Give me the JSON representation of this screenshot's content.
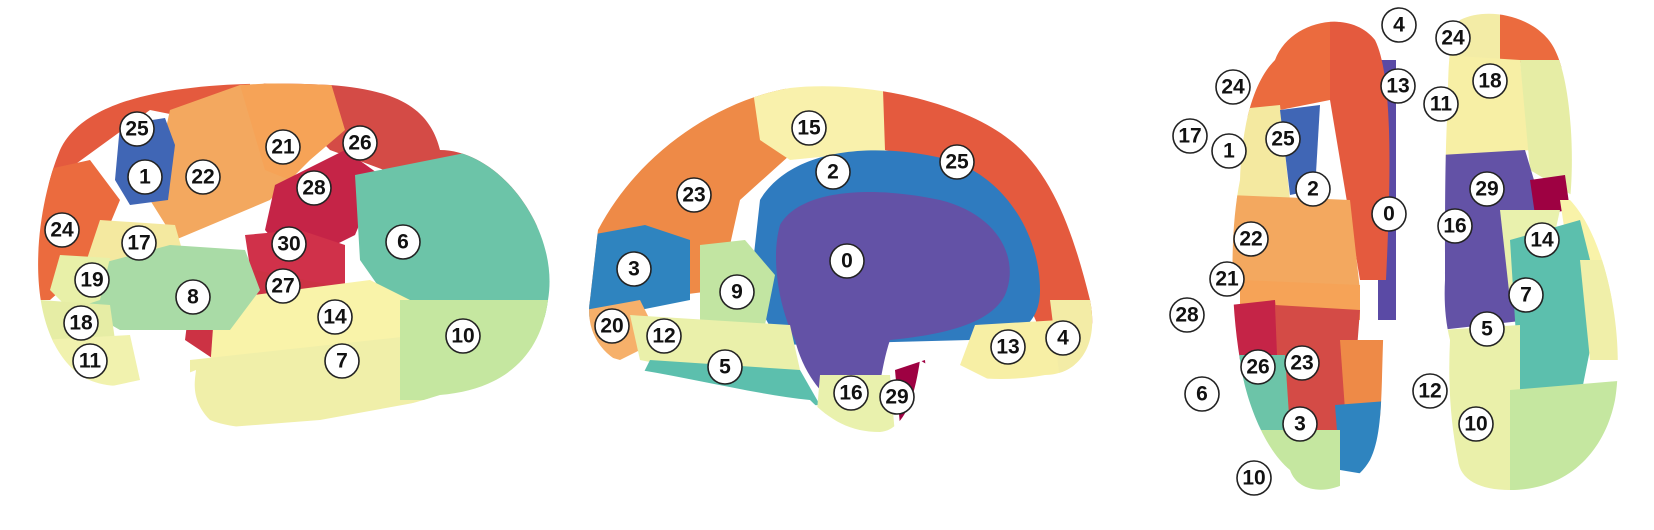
{
  "colors": {
    "0": "#6352a6",
    "1": "#4066b5",
    "2": "#2f7bbf",
    "3": "#2f84bf",
    "4": "#f3eca6",
    "5": "#5cbfad",
    "6": "#6cc4a8",
    "7": "#f0efa9",
    "8": "#a9dba6",
    "9": "#c2e5a2",
    "10": "#c5e7a0",
    "11": "#f1f2ae",
    "12": "#eaf0aa",
    "13": "#f7efa5",
    "14": "#f9f3a9",
    "15": "#f9f1ac",
    "16": "#e9f1ad",
    "17": "#f4e9a0",
    "18": "#e6eda5",
    "19": "#e8f0a8",
    "20": "#f6b06a",
    "21": "#f6a357",
    "22": "#f3a85f",
    "23": "#ee8a47",
    "24": "#eb6b3e",
    "25": "#e45a3e",
    "26": "#d44b46",
    "27": "#cc3244",
    "28": "#c52447",
    "29": "#9e0142",
    "30": "#d0314a"
  },
  "views": [
    {
      "name": "lateral",
      "labels": [
        "25",
        "1",
        "22",
        "21",
        "26",
        "28",
        "24",
        "17",
        "30",
        "6",
        "19",
        "8",
        "27",
        "18",
        "14",
        "10",
        "11",
        "7"
      ]
    },
    {
      "name": "medial",
      "labels": [
        "15",
        "2",
        "25",
        "23",
        "0",
        "3",
        "9",
        "20",
        "12",
        "13",
        "4",
        "5",
        "16",
        "29"
      ]
    },
    {
      "name": "dorsal",
      "labels": [
        "24",
        "17",
        "1",
        "25",
        "2",
        "22",
        "21",
        "28",
        "26",
        "23",
        "6",
        "3",
        "10"
      ]
    },
    {
      "name": "ventral",
      "labels": [
        "4",
        "24",
        "13",
        "18",
        "11",
        "0",
        "29",
        "16",
        "14",
        "7",
        "5",
        "12",
        "10"
      ]
    }
  ]
}
